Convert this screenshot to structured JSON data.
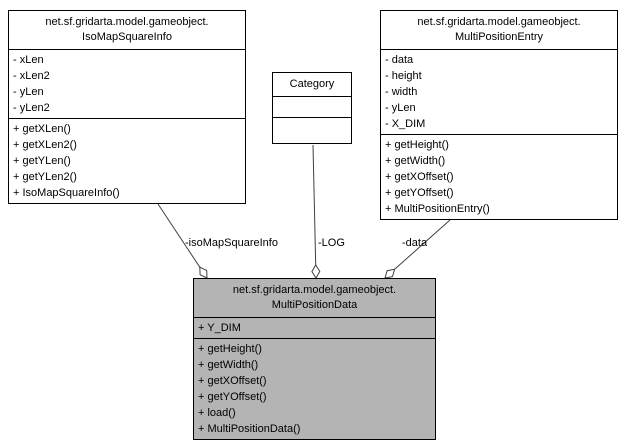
{
  "classes": {
    "iso": {
      "title1": "net.sf.gridarta.model.gameobject.",
      "title2": "IsoMapSquareInfo",
      "fields": [
        "- xLen",
        "- xLen2",
        "- yLen",
        "- yLen2"
      ],
      "methods": [
        "+ getXLen()",
        "+ getXLen2()",
        "+ getYLen()",
        "+ getYLen2()",
        "+ IsoMapSquareInfo()"
      ]
    },
    "category": {
      "title1": "Category"
    },
    "entry": {
      "title1": "net.sf.gridarta.model.gameobject.",
      "title2": "MultiPositionEntry",
      "fields": [
        "- data",
        "- height",
        "- width",
        "- yLen",
        "- X_DIM"
      ],
      "methods": [
        "+ getHeight()",
        "+ getWidth()",
        "+ getXOffset()",
        "+ getYOffset()",
        "+ MultiPositionEntry()"
      ]
    },
    "data": {
      "title1": "net.sf.gridarta.model.gameobject.",
      "title2": "MultiPositionData",
      "fields": [
        "+ Y_DIM"
      ],
      "methods": [
        "+ getHeight()",
        "+ getWidth()",
        "+ getXOffset()",
        "+ getYOffset()",
        "+ load()",
        "+ MultiPositionData()"
      ]
    }
  },
  "edges": {
    "iso_label": "-isoMapSquareInfo",
    "log_label": "-LOG",
    "data_label": "-data"
  },
  "colors": {
    "highlight": "#b4b4b4",
    "edge": "#404040"
  }
}
